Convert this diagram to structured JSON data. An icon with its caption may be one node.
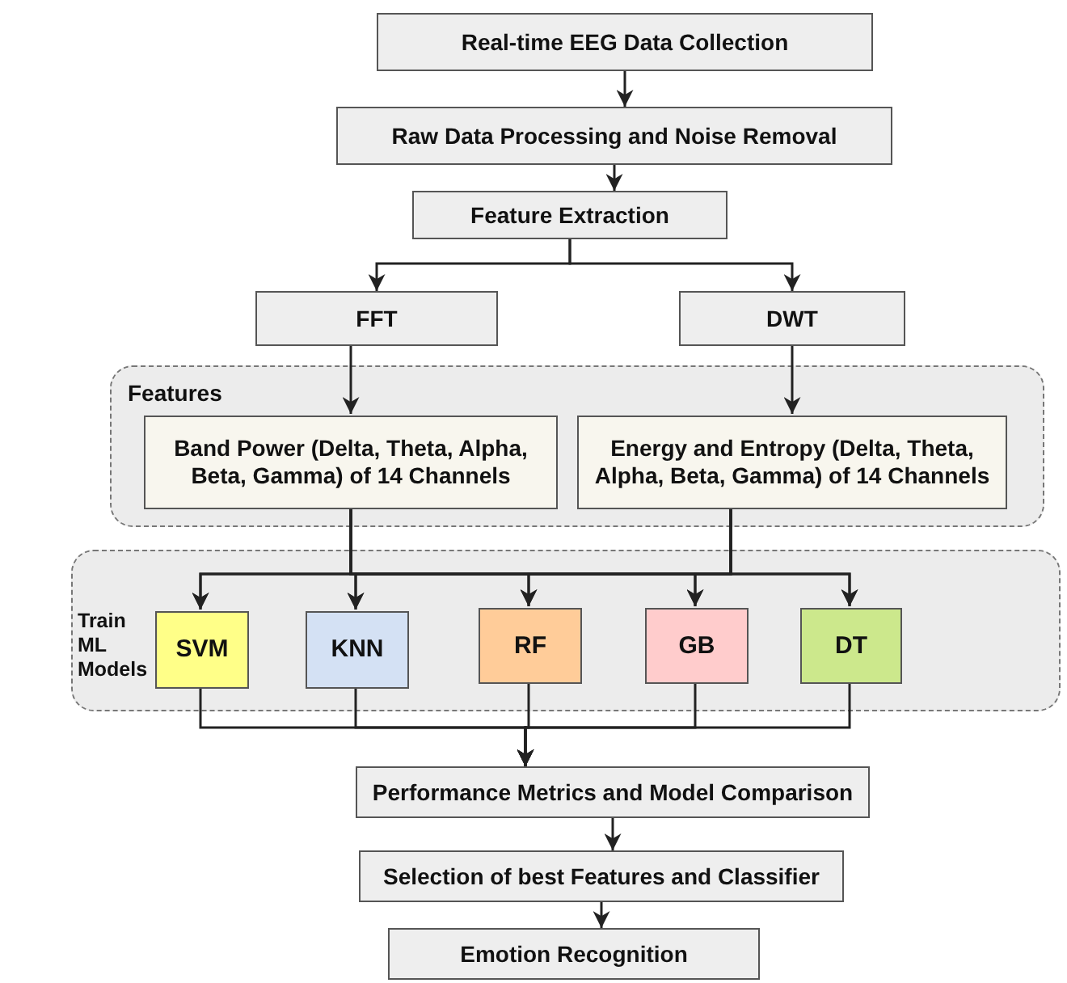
{
  "diagram": {
    "nodes": [
      {
        "text": [
          "Real-time EEG Data Collection"
        ]
      },
      {
        "text": [
          "Raw Data Processing and Noise Removal"
        ]
      },
      {
        "text": [
          "Feature Extraction"
        ]
      },
      {
        "text": [
          "FFT"
        ]
      },
      {
        "text": [
          "DWT"
        ]
      },
      {
        "text": [
          "Features"
        ]
      },
      {
        "text": [
          "Band Power (Delta, Theta, Alpha, Beta, Gamma) of 14 Channels"
        ],
        "in": 5
      },
      {
        "text": [
          "Energy and Entropy (Delta, Theta, Alpha, Beta, Gamma) of 14 Channels"
        ],
        "in": 5
      },
      {
        "text": [
          "Train ML Models"
        ]
      },
      {
        "text": [
          "SVM"
        ],
        "in": 8
      },
      {
        "text": [
          "KNN"
        ],
        "in": 8
      },
      {
        "text": [
          "RF"
        ],
        "in": 8
      },
      {
        "text": [
          "GB"
        ],
        "in": 8
      },
      {
        "text": [
          "DT"
        ],
        "in": 8
      },
      {
        "text": [
          "Performance Metrics and Model Comparison"
        ]
      },
      {
        "text": [
          "Selection of best Features and Classifier"
        ]
      },
      {
        "text": [
          "Emotion Recognition"
        ]
      }
    ],
    "edges": [
      {
        "from": 0,
        "to": 1,
        "arrow": "to"
      },
      {
        "from": 1,
        "to": 2,
        "arrow": "to"
      },
      {
        "from": 2,
        "to": 3,
        "arrow": "to"
      },
      {
        "from": 2,
        "to": 4,
        "arrow": "to"
      },
      {
        "from": 3,
        "to": 6,
        "arrow": "to"
      },
      {
        "from": 4,
        "to": 7,
        "arrow": "to"
      },
      {
        "from": 6,
        "to": 9,
        "arrow": "to"
      },
      {
        "from": 6,
        "to": 10,
        "arrow": "to"
      },
      {
        "from": 6,
        "to": 11,
        "arrow": "to"
      },
      {
        "from": 6,
        "to": 12,
        "arrow": "to"
      },
      {
        "from": 6,
        "to": 13,
        "arrow": "to"
      },
      {
        "from": 7,
        "to": 9,
        "arrow": "to"
      },
      {
        "from": 7,
        "to": 10,
        "arrow": "to"
      },
      {
        "from": 7,
        "to": 11,
        "arrow": "to"
      },
      {
        "from": 7,
        "to": 12,
        "arrow": "to"
      },
      {
        "from": 7,
        "to": 13,
        "arrow": "to"
      },
      {
        "from": 9,
        "to": 14,
        "arrow": "to"
      },
      {
        "from": 10,
        "to": 14,
        "arrow": "to"
      },
      {
        "from": 11,
        "to": 14,
        "arrow": "to"
      },
      {
        "from": 12,
        "to": 14,
        "arrow": "to"
      },
      {
        "from": 13,
        "to": 14,
        "arrow": "to"
      },
      {
        "from": 14,
        "to": 15,
        "arrow": "to"
      },
      {
        "from": 15,
        "to": 16,
        "arrow": "to"
      }
    ]
  }
}
